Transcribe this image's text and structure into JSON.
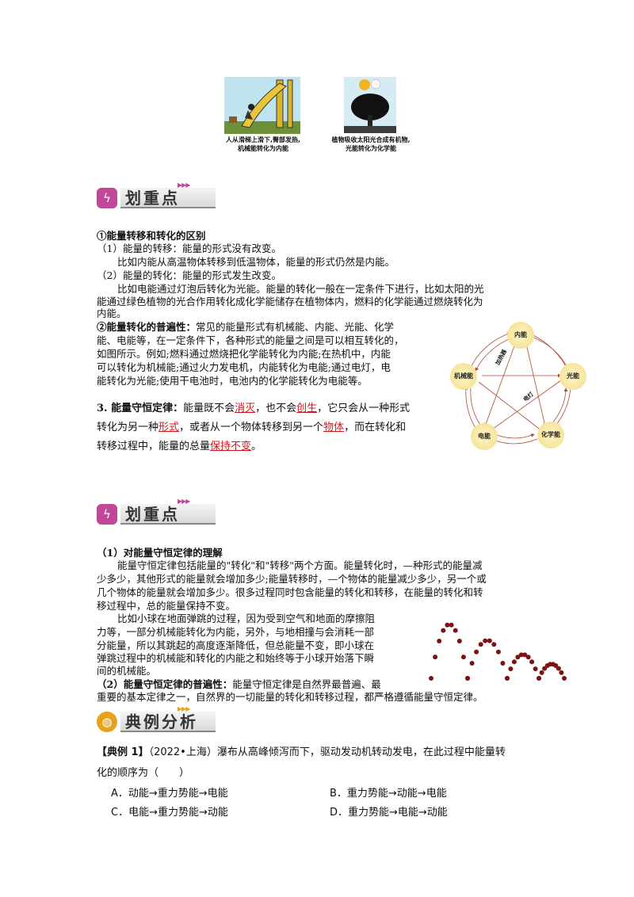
{
  "images": {
    "slide_caption_1": "人从滑梯上滑下,臀部发热,",
    "slide_caption_2": "机械能转化为内能",
    "tree_caption_1": "植物吸收太阳光合成有机物,",
    "tree_caption_2": "光能转化为化学能"
  },
  "banners": {
    "highlight_1": "划重点",
    "highlight_2": "划重点",
    "examples": "典例分析"
  },
  "section1": {
    "heading": "①能量转移和转化的区别",
    "l1": "（1）能量的转移：能量的形式没有改变。",
    "l2": "比如内能从高温物体转移到低温物体，能量的形式仍然是内能。",
    "l3": "（2）能量的转化：能量的形式发生改变。",
    "l4": "比如电能通过灯泡后转化为光能。能量的转化一般在一定条件下进行，比如太阳的光",
    "l5": "能通过绿色植物的光合作用转化成化学能储存在植物体内，燃料的化学能通过燃烧转化为",
    "l6": "内能。",
    "universal_head": "②能量转化的普遍性：",
    "u1": "常见的能量形式有机械能、内能、光能、化学",
    "u2": "能、电能等，在一定条件下，各种形式的能量之间是可以相互转化的，",
    "u3": "如图所示。例如;燃料通过燃烧把化学能转化为内能;在热机中，内能",
    "u4": "可以转化为机械能;通过火力发电机，内能转化为电能;通过电灯，电",
    "u5": "能转化为光能;使用干电池时，电池内的化学能转化为电能等。"
  },
  "law": {
    "head": "3. 能量守恒定律：",
    "t1": "能量既不会",
    "b1": "消灭",
    "t2": "，也不会",
    "b2": "创生",
    "t3": "，它只会从一种形式",
    "t4": "转化为另一种",
    "b3": "形式",
    "t5": "，或者从一个物体转移到另一个",
    "b4": "物体",
    "t6": "，而在转化和",
    "t7": "转移过程中，能量的总量",
    "b5": "保持不变",
    "t8": "。"
  },
  "diagram": {
    "nodes": [
      "内能",
      "光能",
      "化学能",
      "电能",
      "机械能"
    ],
    "labels": [
      "加热器",
      "电灯"
    ]
  },
  "section2": {
    "heading": "（1）对能量守恒定律的理解",
    "p1": "能量守恒定律包括能量的\"转化\"和\"转移\"两个方面。能量转化时，—种形式的能量减",
    "p2": "少多少，其他形式的能量就会增加多少;能量转移时，—个物体的能量减少多少，另一个或",
    "p3": "几个物体的能量就会增加多少。很多过程同时包含能量的转化和转移，在能量的转化和转",
    "p4": "移过程中，总的能量保持不变。",
    "p5": "比如小球在地面弹跳的过程，因为受到空气和地面的摩擦阻",
    "p6": "力等，一部分机械能转化为内能，另外，与地相撞与会消耗一部",
    "p7": "分能量，所以其跳起的高度逐渐降低，但总能量不变，即小球在",
    "p8": "弹跳过程中的机械能和转化的内能之和始终等于小球开始落下瞬",
    "p9": "间的机械能。",
    "h2": "（2）能量守恒定律的普遍性：",
    "q1": "能量守恒定律是自然界最普遍、最",
    "q2": "重要的基本定律之一，自然界的一切能量的转化和转移过程，都严格遵循能量守恒定律。"
  },
  "example": {
    "tag": "【典例 1】",
    "q1": "（2022•上海）瀑布从高峰倾泻而下，驱动发动机转动发电，在此过程中能量转",
    "q2": "化的顺序为（　　）",
    "A": "A．动能→重力势能→电能",
    "B": "B．重力势能→动能→电能",
    "C": "C．电能→重力势能→动能",
    "D": "D．重力势能→电能→动能"
  }
}
